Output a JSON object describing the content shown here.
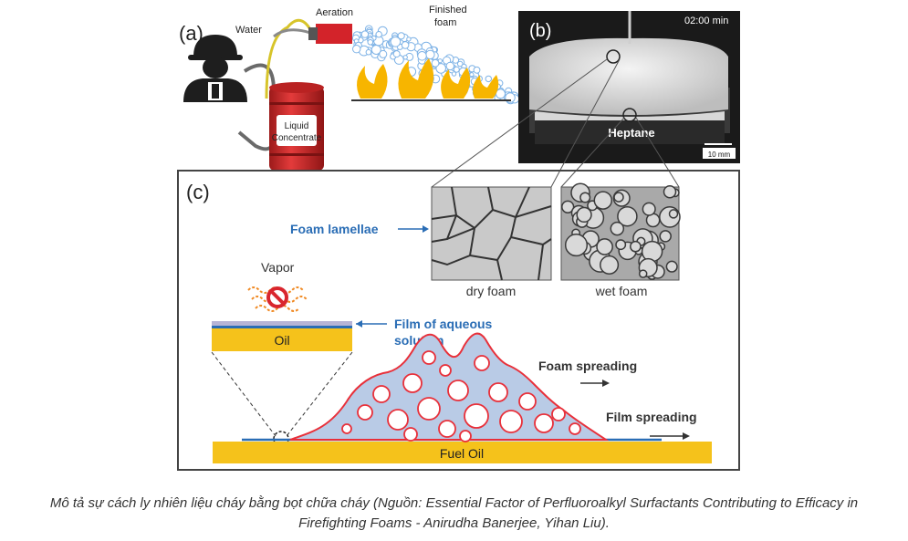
{
  "panel_a": {
    "label": "(a)",
    "water": "Water",
    "aeration": "Aeration",
    "finished_foam": [
      "Finished",
      "foam"
    ],
    "barrel_label": [
      "Liquid",
      "Concentrate"
    ]
  },
  "panel_b": {
    "label": "(b)",
    "time": "02:00 min",
    "liquid": "Heptane",
    "scale": "10 mm"
  },
  "panel_c": {
    "label": "(c)",
    "foam_lamellae": "Foam lamellae",
    "dry_foam": "dry foam",
    "wet_foam": "wet foam",
    "vapor": "Vapor",
    "film_aqueous": [
      "Film of aqueous",
      "solution"
    ],
    "oil": "Oil",
    "foam_spreading": "Foam spreading",
    "film_spreading": "Film spreading",
    "fuel_oil": "Fuel Oil"
  },
  "colors": {
    "accent_blue": "#2a6db5",
    "oil_yellow": "#f5c21b",
    "foam_red": "#e8303a",
    "foam_fill": "#b9cbe6",
    "barrel_red": "#cf2b2b",
    "flame": "#f7b500"
  },
  "caption": "Mô tả sự cách ly nhiên liệu cháy bằng bọt chữa cháy (Nguồn: Essential Factor of Perfluoroalkyl Surfactants Contributing to Efficacy in Firefighting Foams - Anirudha Banerjee, Yihan Liu)."
}
